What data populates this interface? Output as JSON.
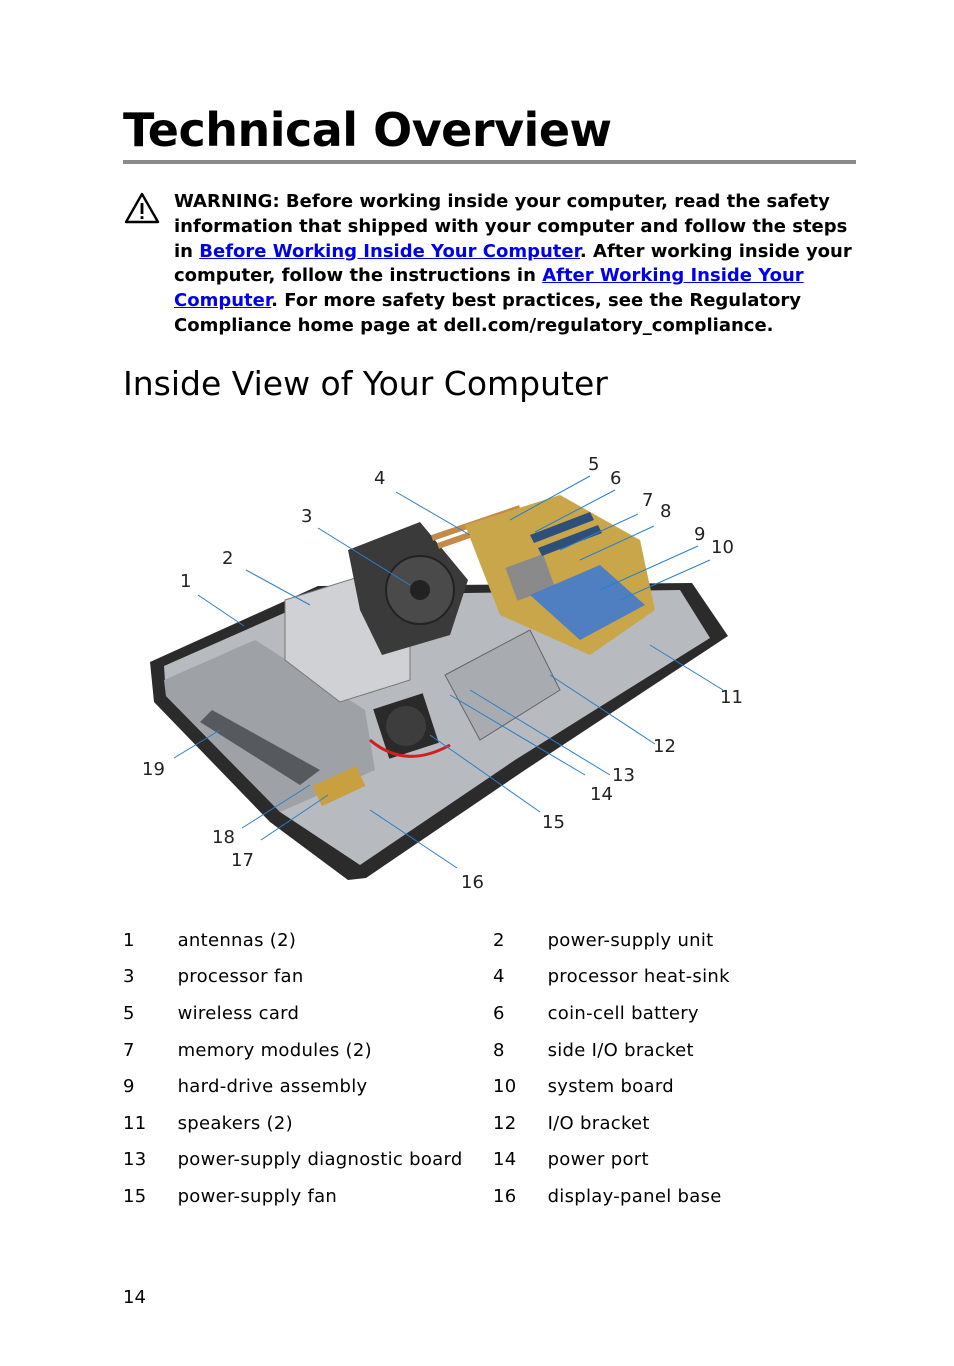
{
  "header": {
    "title": "Technical Overview"
  },
  "warning": {
    "icon": "warning-triangle-icon",
    "text_1": "WARNING: Before working inside your computer, read the safety information that shipped with your computer and follow the steps in ",
    "link_1": "Before Working Inside Your Computer",
    "text_2": ". After working inside your computer, follow the instructions in ",
    "link_2": "After Working Inside Your Computer",
    "text_3": ". For more safety best practices, see the Regulatory Compliance home page at dell.com/regulatory_compliance."
  },
  "section": {
    "title": "Inside View of Your Computer"
  },
  "figure": {
    "callouts": [
      "1",
      "2",
      "3",
      "4",
      "5",
      "6",
      "7",
      "8",
      "9",
      "10",
      "11",
      "12",
      "13",
      "14",
      "15",
      "16",
      "17",
      "18",
      "19"
    ]
  },
  "legend": [
    {
      "num": "1",
      "label": "antennas (2)"
    },
    {
      "num": "2",
      "label": "power-supply unit"
    },
    {
      "num": "3",
      "label": "processor fan"
    },
    {
      "num": "4",
      "label": "processor heat-sink"
    },
    {
      "num": "5",
      "label": "wireless card"
    },
    {
      "num": "6",
      "label": "coin-cell battery"
    },
    {
      "num": "7",
      "label": "memory modules (2)"
    },
    {
      "num": "8",
      "label": "side I/O bracket"
    },
    {
      "num": "9",
      "label": "hard-drive assembly"
    },
    {
      "num": "10",
      "label": "system board"
    },
    {
      "num": "11",
      "label": "speakers (2)"
    },
    {
      "num": "12",
      "label": "I/O bracket"
    },
    {
      "num": "13",
      "label": "power-supply diagnostic board"
    },
    {
      "num": "14",
      "label": "power port"
    },
    {
      "num": "15",
      "label": "power-supply fan"
    },
    {
      "num": "16",
      "label": "display-panel base"
    }
  ],
  "footer": {
    "page_number": "14"
  }
}
